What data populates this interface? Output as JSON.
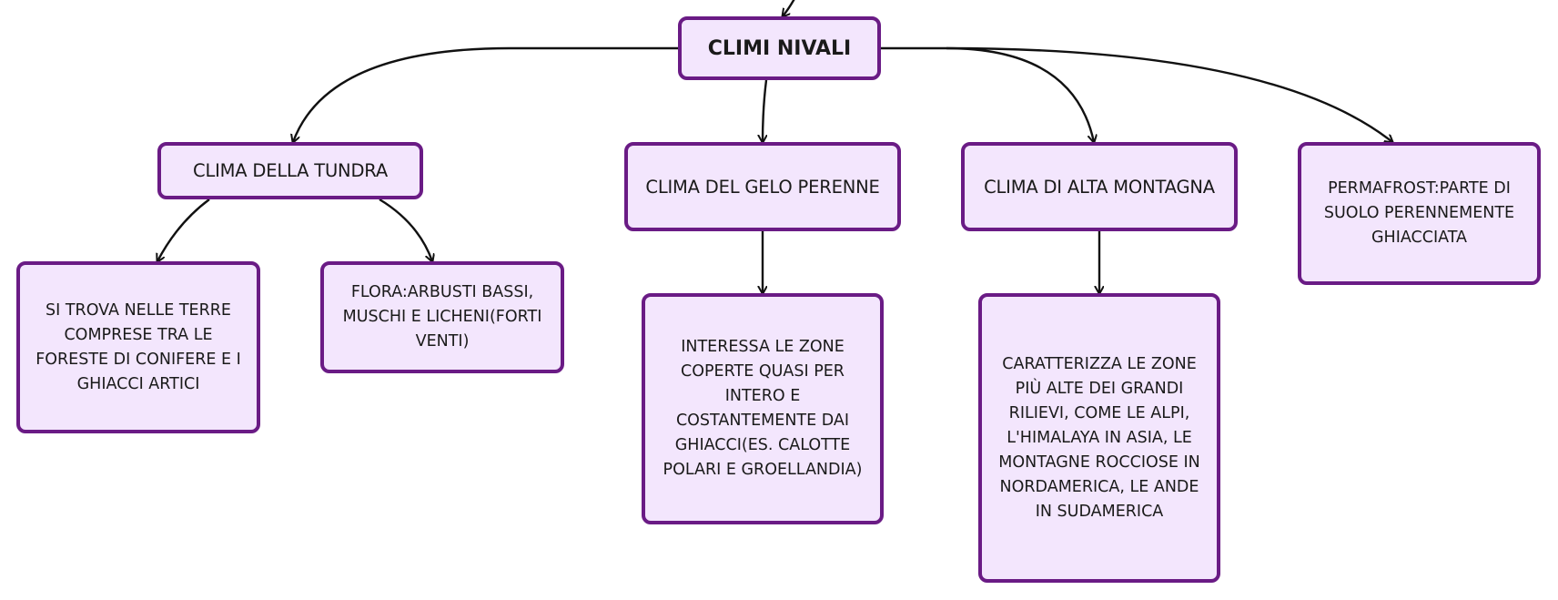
{
  "colors": {
    "node_fill": "#f3e6fd",
    "node_border": "#6a1b85",
    "connector": "#111111"
  },
  "diagram": {
    "root": "CLIMI NIVALI",
    "tundra": "CLIMA DELLA TUNDRA",
    "tundra_where": "SI TROVA NELLE TERRE COMPRESE TRA LE FORESTE DI CONIFERE E I GHIACCI ARTICI",
    "tundra_flora": "FLORA:ARBUSTI BASSI, MUSCHI E LICHENI(FORTI VENTI)",
    "gelo": "CLIMA DEL GELO PERENNE",
    "gelo_desc": "INTERESSA LE ZONE COPERTE QUASI PER INTERO E COSTANTEMENTE DAI GHIACCI(ES. CALOTTE POLARI E GROELLANDIA)",
    "montagna": "CLIMA DI ALTA MONTAGNA",
    "montagna_desc": "CARATTERIZZA LE ZONE PIÙ ALTE DEI GRANDI RILIEVI, COME LE ALPI, L'HIMALAYA IN ASIA, LE MONTAGNE ROCCIOSE IN NORDAMERICA, LE ANDE IN SUDAMERICA",
    "permafrost": "PERMAFROST:PARTE DI SUOLO PERENNEMENTE GHIACCIATA"
  }
}
